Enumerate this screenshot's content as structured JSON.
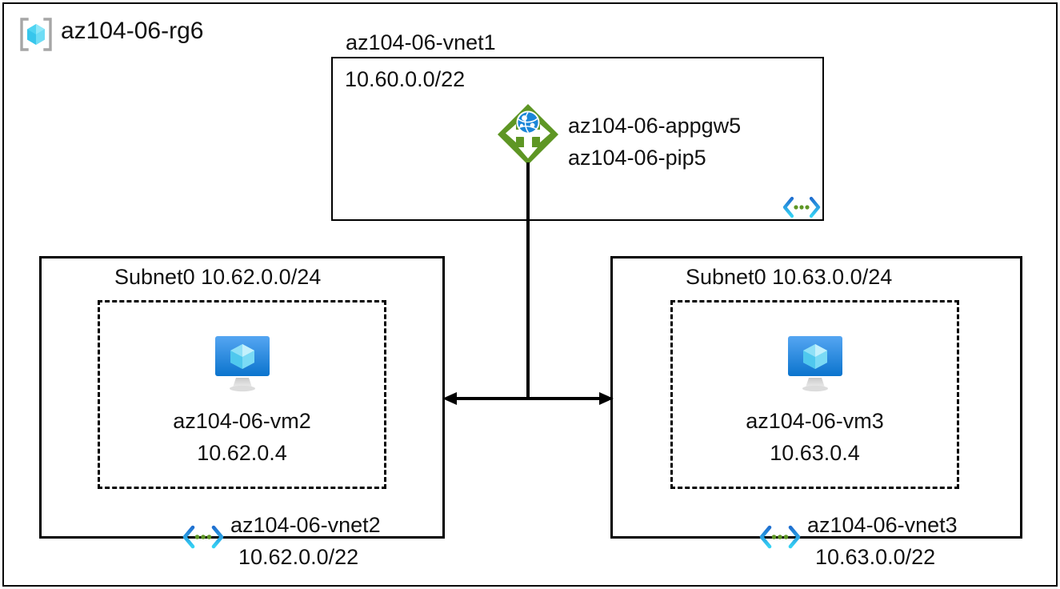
{
  "diagram": {
    "resource_group": {
      "name": "az104-06-rg6",
      "icon": "resource-group-cube-icon"
    },
    "hub_vnet": {
      "name": "az104-06-vnet1",
      "cidr": "10.60.0.0/22",
      "peering_icon": "vnet-peering-icon",
      "gateway": {
        "icon": "application-gateway-icon",
        "name": "az104-06-appgw5",
        "public_ip": "az104-06-pip5"
      }
    },
    "spokes": [
      {
        "subnet_label": "Subnet0 10.62.0.0/24",
        "vm": {
          "icon": "virtual-machine-icon",
          "name": "az104-06-vm2",
          "ip": "10.62.0.4"
        },
        "vnet_name": "az104-06-vnet2",
        "vnet_cidr": "10.62.0.0/22",
        "peering_icon": "vnet-peering-icon"
      },
      {
        "subnet_label": "Subnet0 10.63.0.0/24",
        "vm": {
          "icon": "virtual-machine-icon",
          "name": "az104-06-vm3",
          "ip": "10.63.0.4"
        },
        "vnet_name": "az104-06-vnet3",
        "vnet_cidr": "10.63.0.0/22",
        "peering_icon": "vnet-peering-icon"
      }
    ],
    "connectors": {
      "gateway_to_peering": "vertical-line",
      "spoke_to_spoke": "double-headed-arrow"
    },
    "colors": {
      "gateway_green": "#5E9624",
      "gateway_globe_blue": "#1B86D8",
      "vm_monitor_blue_top": "#4FA3F0",
      "vm_monitor_blue_bottom": "#0B74CD",
      "vm_cube_cyan": "#9FE4F8",
      "peering_chevron_dark": "#1F6FD0",
      "peering_chevron_cyan": "#35C6F4",
      "peering_dot_green": "#5E9624",
      "rg_bracket_gray": "#A6A6A6",
      "rg_cube_cyan": "#5BD7F4",
      "line_black": "#000000"
    }
  }
}
